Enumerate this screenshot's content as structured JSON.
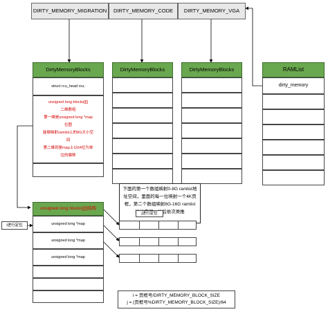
{
  "top_row": [
    "DIRTY_MEMORY_MIGRATION",
    "DIRTY_MEMORY_CODE",
    "DIRTY_MEMORY_VGA"
  ],
  "blocks": [
    {
      "title": "DirtyMemoryBlocks"
    },
    {
      "title": "DirtyMemoryBlocks"
    },
    {
      "title": "DirtyMemoryBlocks"
    }
  ],
  "ramlist": {
    "title": "RAMList",
    "field": "dirty_memory"
  },
  "first_block": {
    "field1": "struct rcu_head rcu;",
    "blocks_lines": [
      "unsigned long blocks[][]",
      "二维数组",
      "第一维是unsigned long *map",
      "位图",
      "能够映射ramlist上的8G大小空",
      "间",
      "第二维到是map上以64位为单",
      "位的偏移"
    ]
  },
  "array": {
    "title": "unsigned long blocks[][]结构",
    "rows": [
      "unsigned long *map",
      "unsigned long *map",
      "unsigned long *map"
    ]
  },
  "note": "下面的第一个数组映射0-8G ramlist地址空间，里面的每一位映射一个4K页框，第二个数组映射8G-16G ramlist地址空间，往后依次类推",
  "i_label": "i进行定位",
  "j_label": "j进行定位",
  "formula": [
    "i = 页框号/DIRTY_MEMORY_BLOCK_SIZE",
    "j = (页框号%DIRTY_MEMORY_BLOCK_SIZE)/64"
  ],
  "colors": {
    "header_green": "#6aa84f",
    "highlight_red": "#d40000",
    "top_gray": "#e8e8e8"
  }
}
